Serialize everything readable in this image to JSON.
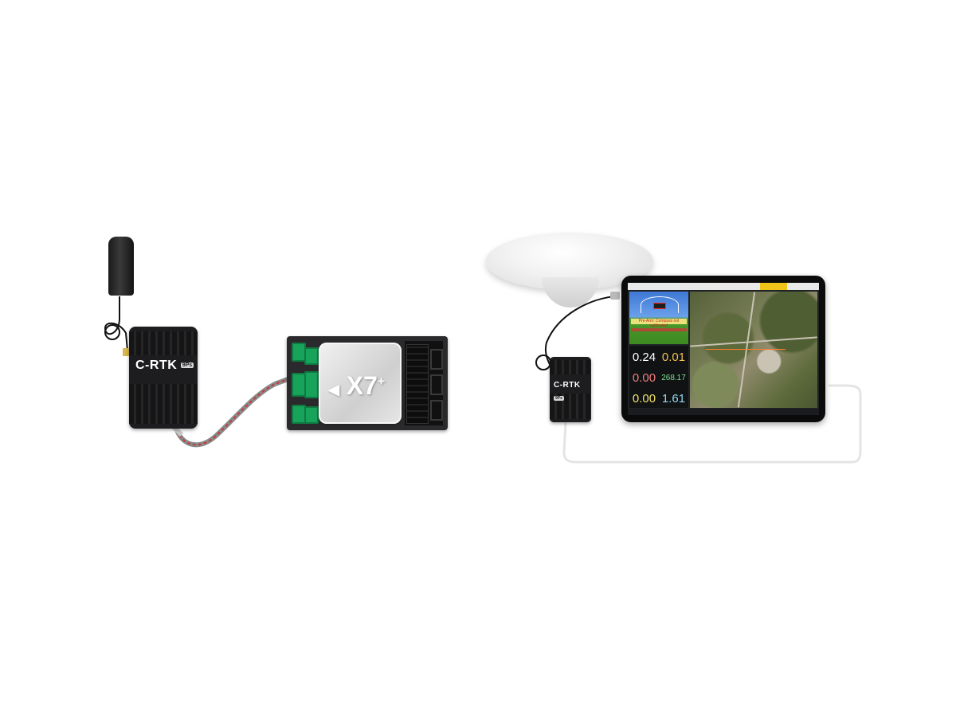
{
  "left_module": {
    "label": "C-RTK",
    "badge": "9Ps"
  },
  "flight_controller": {
    "logo_main": "X7",
    "logo_suffix": "+"
  },
  "right_module": {
    "label": "C-RTK",
    "badge": "9Ps"
  },
  "ground_station": {
    "hud_banner": "Pre-Arm: Compass not calibrated",
    "quick": [
      {
        "value": "0.24",
        "color": "#ffffff"
      },
      {
        "value": "0.01",
        "color": "#f2c14e"
      },
      {
        "value": "0.00",
        "color": "#f07f7f"
      },
      {
        "value": "268.17",
        "color": "#7ee08f"
      },
      {
        "value": "0.00",
        "color": "#f2e36b"
      },
      {
        "value": "1.61",
        "color": "#8fd8ef"
      }
    ]
  },
  "colors": {
    "module": "#1d1d1f",
    "port_green": "#18a35a",
    "cable_red": "#c53a3a",
    "dome": "#f1f1f1",
    "usb_cable": "#e4e4e4"
  }
}
